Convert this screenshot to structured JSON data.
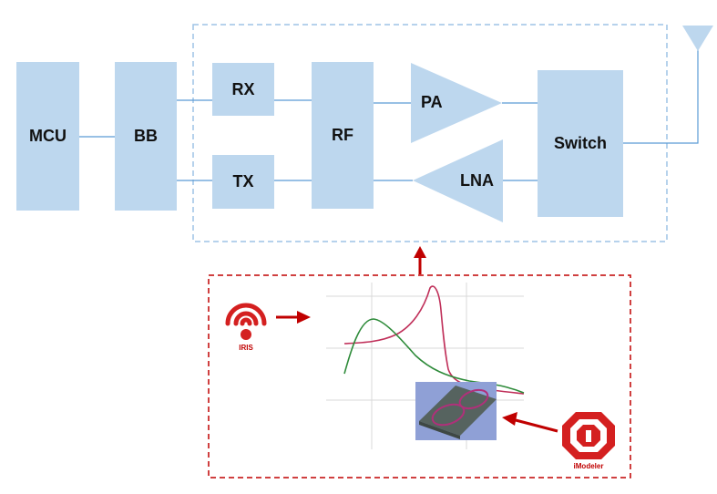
{
  "blocks": {
    "mcu": "MCU",
    "bb": "BB",
    "rx": "RX",
    "tx": "TX",
    "rf": "RF",
    "pa": "PA",
    "lna": "LNA",
    "switch": "Switch"
  },
  "logos": {
    "iris": "IRIS",
    "imodeler": "iModeler"
  },
  "colors": {
    "block_fill": "#bdd7ee",
    "connector": "#5b9bd5",
    "dashed_blue": "#9dc3e6",
    "dashed_red": "#c00000",
    "curve_red": "#c0305a",
    "curve_green": "#2e8b3a",
    "grid": "#d9d9d9"
  },
  "icons": [
    "antenna-icon",
    "iris-logo-icon",
    "imodeler-logo-icon",
    "pcb-3d-model-thumbnail"
  ]
}
